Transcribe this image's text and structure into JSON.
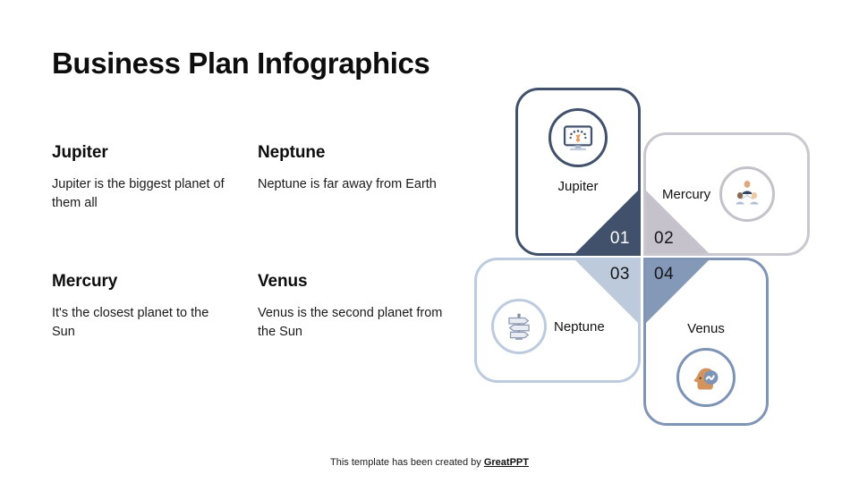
{
  "slide": {
    "title": "Business Plan Infographics"
  },
  "descriptions": [
    {
      "id": "jupiter",
      "title": "Jupiter",
      "body": "Jupiter is the biggest planet of them all"
    },
    {
      "id": "neptune",
      "title": "Neptune",
      "body": "Neptune is far away from Earth"
    },
    {
      "id": "mercury",
      "title": "Mercury",
      "body": "It's the closest planet to the Sun"
    },
    {
      "id": "venus",
      "title": "Venus",
      "body": "Venus is the second planet from the Sun"
    }
  ],
  "infographic": {
    "cards": [
      {
        "id": "jupiter",
        "number": "01",
        "label": "Jupiter",
        "icon": "dashboard-monitor-icon",
        "accent_color": "#41506b",
        "number_text_color": "#ffffff"
      },
      {
        "id": "mercury",
        "number": "02",
        "label": "Mercury",
        "icon": "team-group-icon",
        "accent_color": "#c5c2cc",
        "number_text_color": "#16161a"
      },
      {
        "id": "neptune",
        "number": "03",
        "label": "Neptune",
        "icon": "signpost-directions-icon",
        "accent_color": "#bccadc",
        "number_text_color": "#16161a"
      },
      {
        "id": "venus",
        "number": "04",
        "label": "Venus",
        "icon": "head-idea-icon",
        "accent_color": "#8499b8",
        "number_text_color": "#16161a"
      }
    ]
  },
  "footer": {
    "text": "This template has been created by ",
    "brand": "GreatPPT"
  }
}
